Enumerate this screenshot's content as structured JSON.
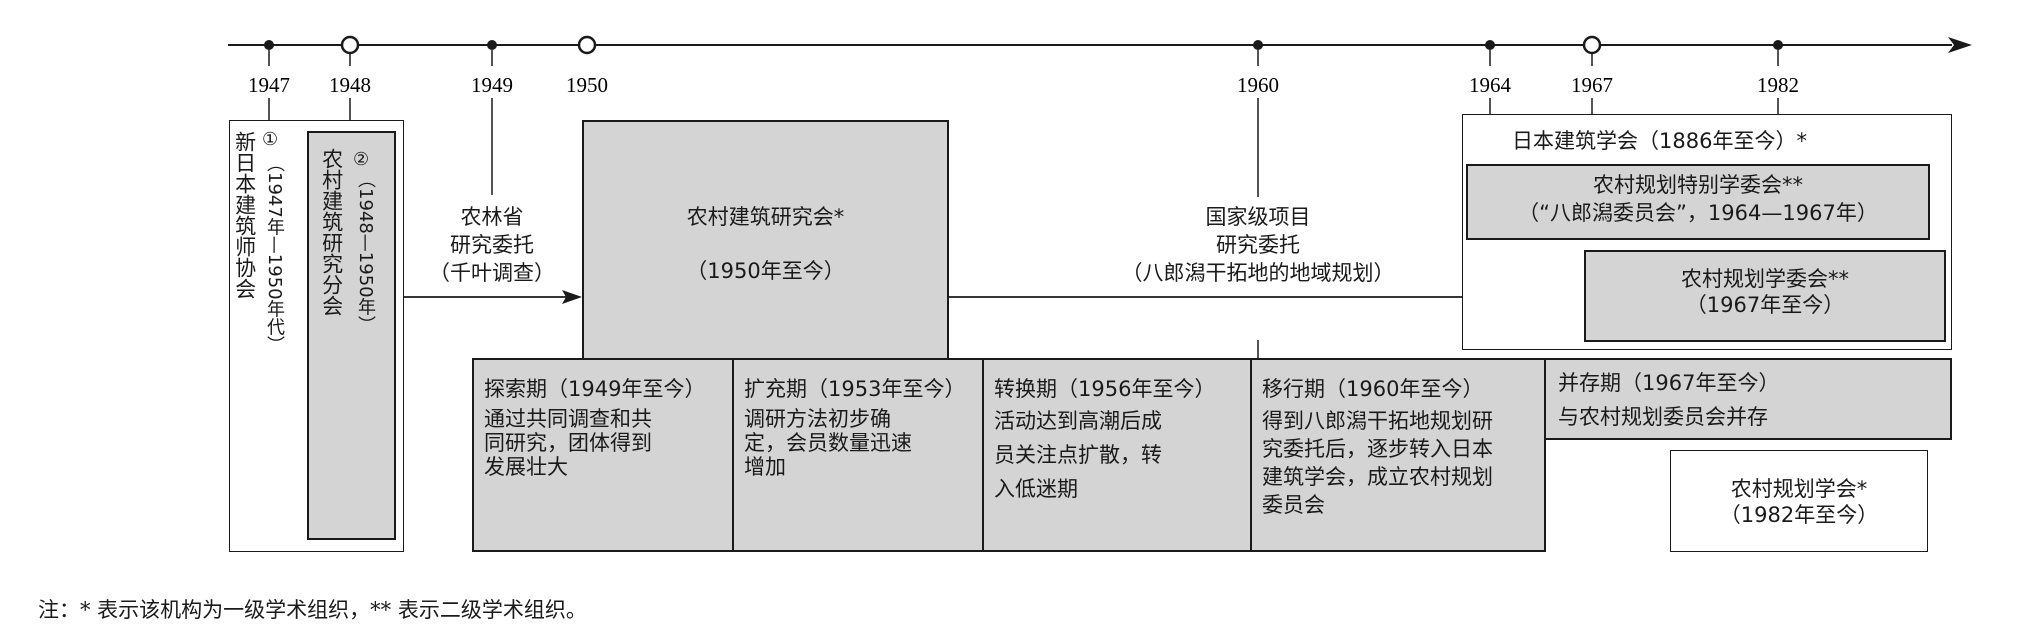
{
  "timeline": {
    "years": [
      "1947",
      "1948",
      "1949",
      "1950",
      "1960",
      "1964",
      "1967",
      "1982"
    ]
  },
  "orgs": {
    "xinriben": {
      "marker": "①",
      "name": "新日本建筑师协会",
      "period": "（1947年—1950年代）"
    },
    "nongcun_fenhui": {
      "marker": "②",
      "name": "农村建筑研究分会",
      "period": "（1948—1950年）"
    },
    "yanjiuhui": {
      "title": "农村建筑研究会*",
      "period": "（1950年至今）"
    },
    "aij": {
      "title": "日本建筑学会（1886年至今）*"
    },
    "tebie": {
      "line1": "农村规划特别学委会**",
      "line2": "（“八郎潟委员会”，1964—1967年）"
    },
    "xuewei": {
      "line1": "农村规划学委会**",
      "line2": "（1967年至今）"
    },
    "xuehui": {
      "line1": "农村规划学会*",
      "line2": "（1982年至今）"
    }
  },
  "labels": {
    "nonglin": [
      "农林省",
      "研究委托",
      "（千叶调查）"
    ],
    "guojia": [
      "国家级项目",
      "研究委托",
      "（八郎潟干拓地的地域规划）"
    ]
  },
  "phases": [
    {
      "title": "探索期（1949年至今）",
      "lines": [
        "通过共同调查和共",
        "同研究，团体得到",
        "发展壮大"
      ]
    },
    {
      "title": "扩充期（1953年至今）",
      "lines": [
        "调研方法初步确",
        "定，会员数量迅速",
        "增加"
      ]
    },
    {
      "title": "转换期（1956年至今）",
      "lines": [
        "活动达到高潮后成",
        "员关注点扩散，转",
        "入低迷期"
      ]
    },
    {
      "title": "移行期（1960年至今）",
      "lines": [
        "得到八郎潟干拓地规划研",
        "究委托后，逐步转入日本",
        "建筑学会，成立农村规划",
        "委员会"
      ]
    },
    {
      "title": "并存期（1967年至今）",
      "lines": [
        "与农村规划委员会并存"
      ]
    }
  ],
  "note": "注：* 表示该机构为一级学术组织，** 表示二级学术组织。"
}
